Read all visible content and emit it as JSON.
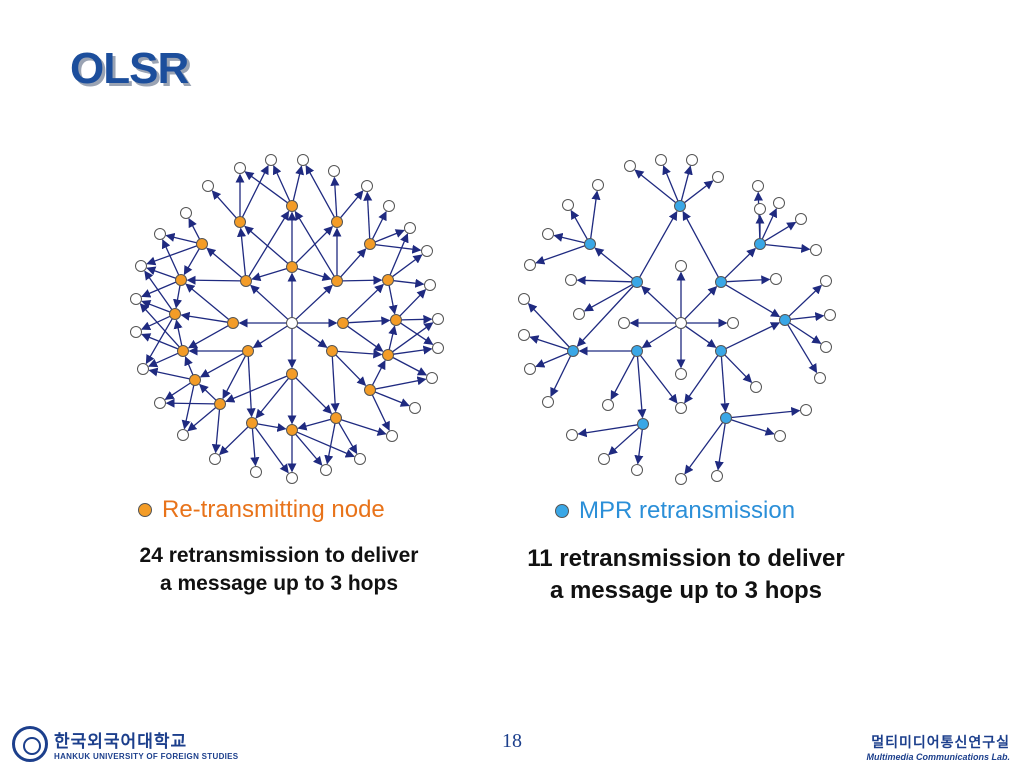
{
  "slide": {
    "title": "OLSR",
    "page_number": "18"
  },
  "diagrams": [
    {
      "legend": "Re-transmitting node",
      "caption_line1": "24 retransmission to deliver",
      "caption_line2": "a message up to 3 hops",
      "highlight_color": "#f39c27"
    },
    {
      "legend": "MPR retransmission",
      "caption_line1": "11 retransmission to deliver",
      "caption_line2": "a message up to 3 hops",
      "highlight_color": "#3aa7e6"
    }
  ],
  "colors": {
    "arrow": "#1f2a80",
    "node_stroke": "#555555",
    "node_fill": "#ffffff",
    "title": "#1c4e9c"
  },
  "footer": {
    "left_logo_text": "한국외국어대학교",
    "left_logo_subtext": "HANKUK UNIVERSITY OF FOREIGN STUDIES",
    "right_logo_text": "멀티미디어통신연구실",
    "right_logo_subtext": "Multimedia Communications Lab."
  }
}
